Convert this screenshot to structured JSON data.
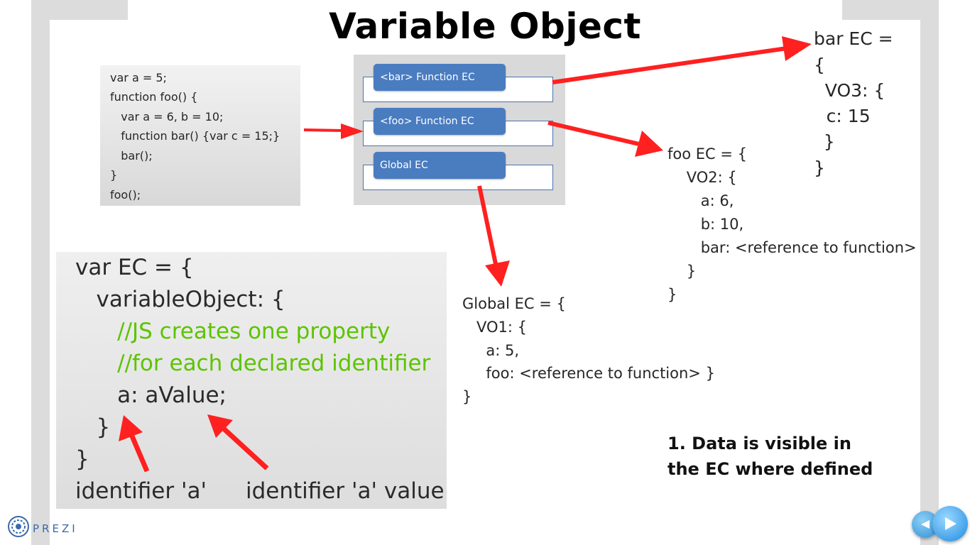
{
  "slide": {
    "title": "Variable Object"
  },
  "code_sample": {
    "lines": [
      "var a = 5;",
      "function foo() {",
      "   var a = 6, b = 10;",
      "   function bar() {var c = 15;}",
      "   bar();",
      "}",
      "foo();"
    ]
  },
  "call_stack": {
    "items": [
      {
        "label": "<bar> Function EC"
      },
      {
        "label": "<foo> Function EC"
      },
      {
        "label": "Global EC"
      }
    ]
  },
  "bar_ec": {
    "lines": [
      "bar EC =",
      "{",
      "    VO3: {",
      "      c: 15",
      "    }",
      "}"
    ]
  },
  "foo_ec": {
    "lines": [
      "foo EC = {",
      "    VO2: {",
      "       a: 6,",
      "       b: 10,",
      "       bar: <reference to function>",
      "    }",
      "}"
    ]
  },
  "global_ec": {
    "lines": [
      "Global EC = {",
      "   VO1: {",
      "     a: 5,",
      "     foo: <reference to function> }",
      "}"
    ]
  },
  "ec_definition": {
    "lines": [
      {
        "text": "var EC = {",
        "type": "code"
      },
      {
        "text": "   variableObject: {",
        "type": "code"
      },
      {
        "text": "      //JS creates one property",
        "type": "comment"
      },
      {
        "text": "      //for each declared identifier",
        "type": "comment"
      },
      {
        "text": "      a: aValue;",
        "type": "code"
      },
      {
        "text": "   }",
        "type": "code"
      },
      {
        "text": "}",
        "type": "code"
      }
    ],
    "caption_identifier": "identifier 'a'",
    "caption_value": "identifier 'a' value",
    "comment_color": "#5cc400"
  },
  "note": {
    "line1": "1. Data is visible in",
    "line2": "the EC where defined"
  },
  "branding": {
    "logo_text": "PREZI",
    "logo_icon": "prezi-logo-icon"
  },
  "navigation": {
    "prev_icon": "arrow-left-icon",
    "next_icon": "arrow-right-icon"
  },
  "colors": {
    "arrow": "#ff2020",
    "stack_label": "#4a7cc0"
  }
}
